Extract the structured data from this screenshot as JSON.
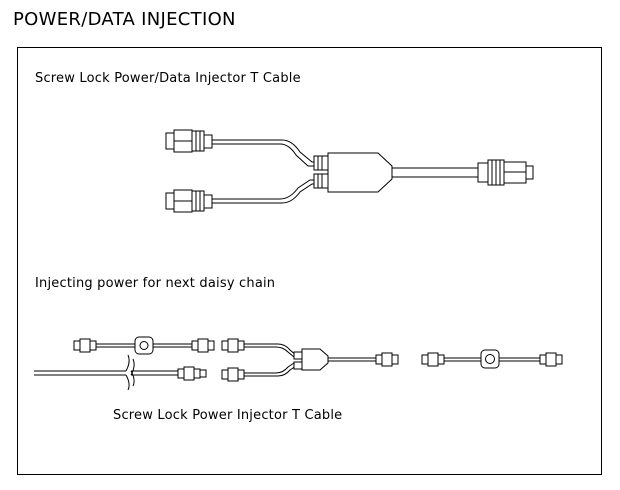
{
  "page": {
    "title": "POWER/DATA INJECTION"
  },
  "sections": {
    "t_cable_label": "Screw Lock Power/Data Injector T Cable",
    "daisy_chain_label": "Injecting power for next daisy chain",
    "power_t_cable_label": "Screw Lock Power Injector T Cable"
  }
}
